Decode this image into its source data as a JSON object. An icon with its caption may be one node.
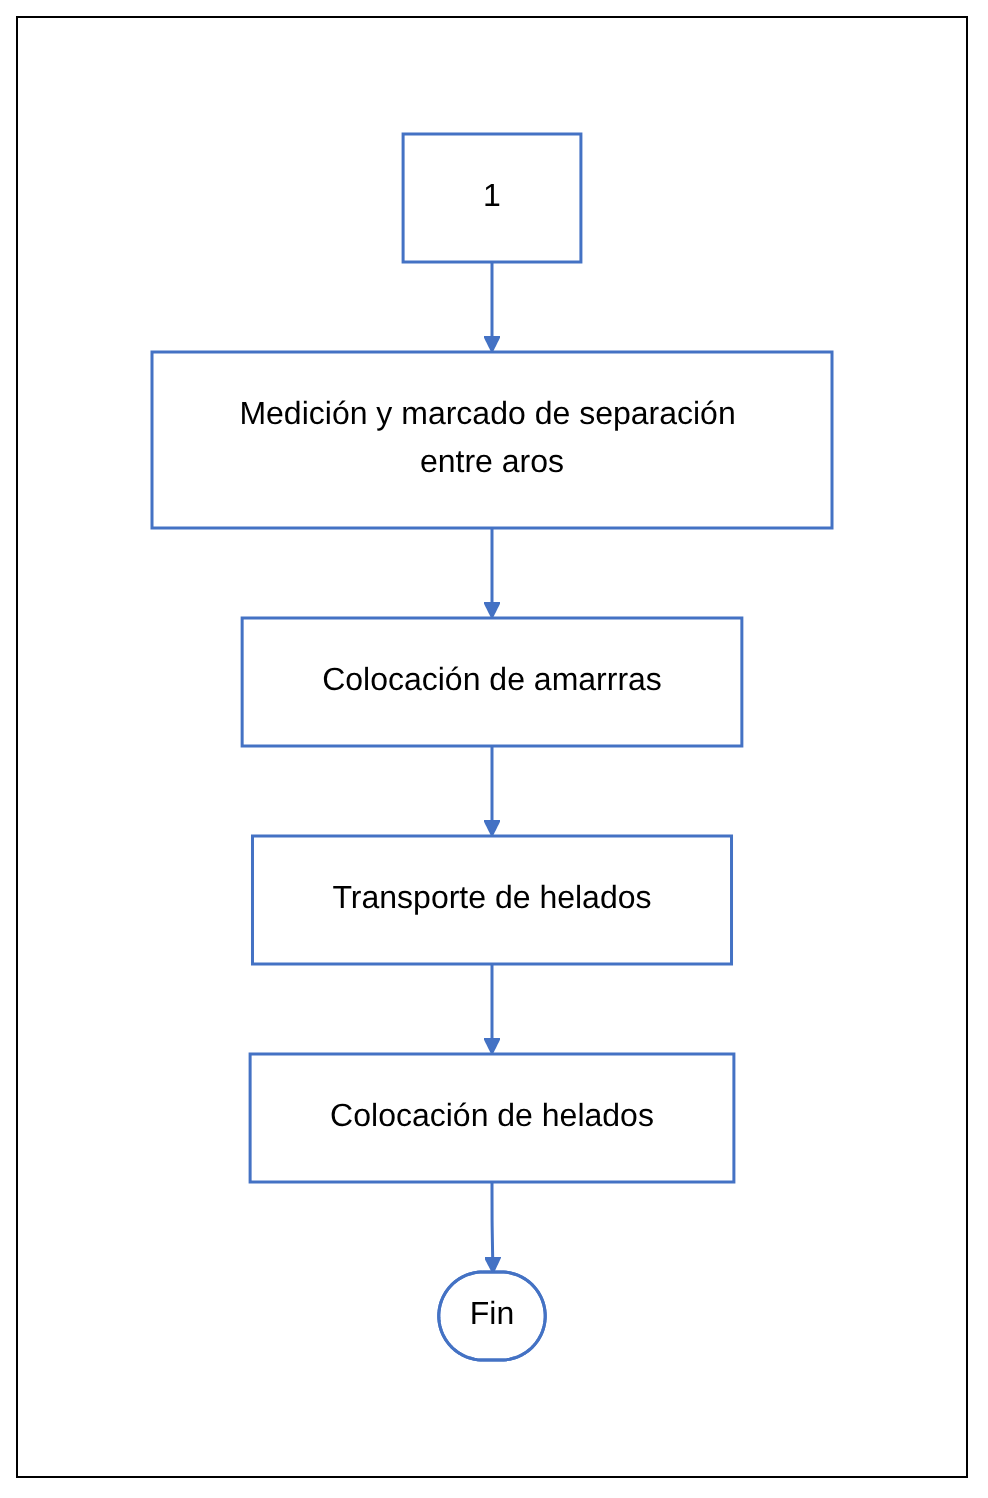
{
  "diagram": {
    "nodes": [
      {
        "text": [
          "1"
        ]
      },
      {
        "text": [
          "Medición y marcado de separación entre aros"
        ]
      },
      {
        "text": [
          "Colocación de amarrras"
        ]
      },
      {
        "text": [
          "Transporte de helados"
        ]
      },
      {
        "text": [
          "Colocación de helados"
        ]
      },
      {
        "text": [
          "Fin"
        ]
      }
    ],
    "edges": [
      {
        "from": 0,
        "to": 1,
        "arrow": "to"
      },
      {
        "from": 1,
        "to": 2,
        "arrow": "to"
      },
      {
        "from": 2,
        "to": 3,
        "arrow": "to"
      },
      {
        "from": 3,
        "to": 4,
        "arrow": "to"
      },
      {
        "from": 4,
        "to": 5,
        "arrow": "to"
      }
    ]
  }
}
